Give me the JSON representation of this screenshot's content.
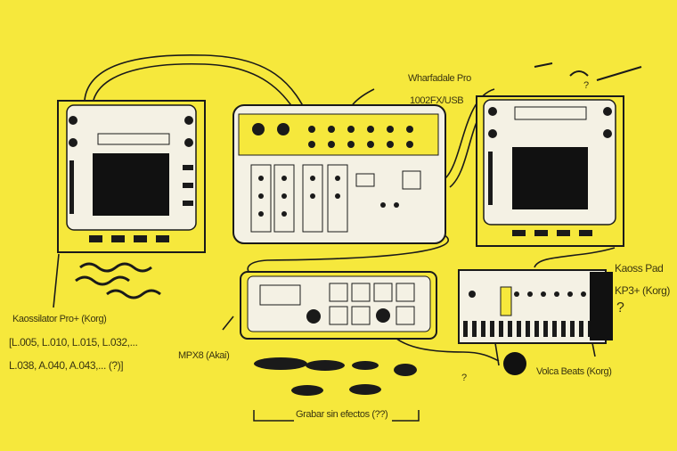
{
  "colors": {
    "background": "#f6e83c",
    "ink": "#1a1a1a",
    "panel": "#f4f1e4"
  },
  "devices": {
    "kaossilator": {
      "name": "Kaossilator Pro+ (Korg)",
      "patches_line1": "[L.005, L.010, L.015, L.032,...",
      "patches_line2": "L.038, A.040, A.043,... (?)]"
    },
    "mixer": {
      "name_line1": "Wharfadale Pro",
      "name_line2": "1002FX/USB"
    },
    "kaoss_pad": {
      "name_line1": "Kaoss Pad",
      "name_line2": "KP3+ (Korg)",
      "question": "?"
    },
    "mpx8": {
      "name": "MPX8 (Akai)"
    },
    "volca": {
      "name": "Volca Beats (Korg)"
    }
  },
  "annotations": {
    "record": "Grabar sin efectos (??)",
    "q1": "?",
    "q2": "?"
  }
}
